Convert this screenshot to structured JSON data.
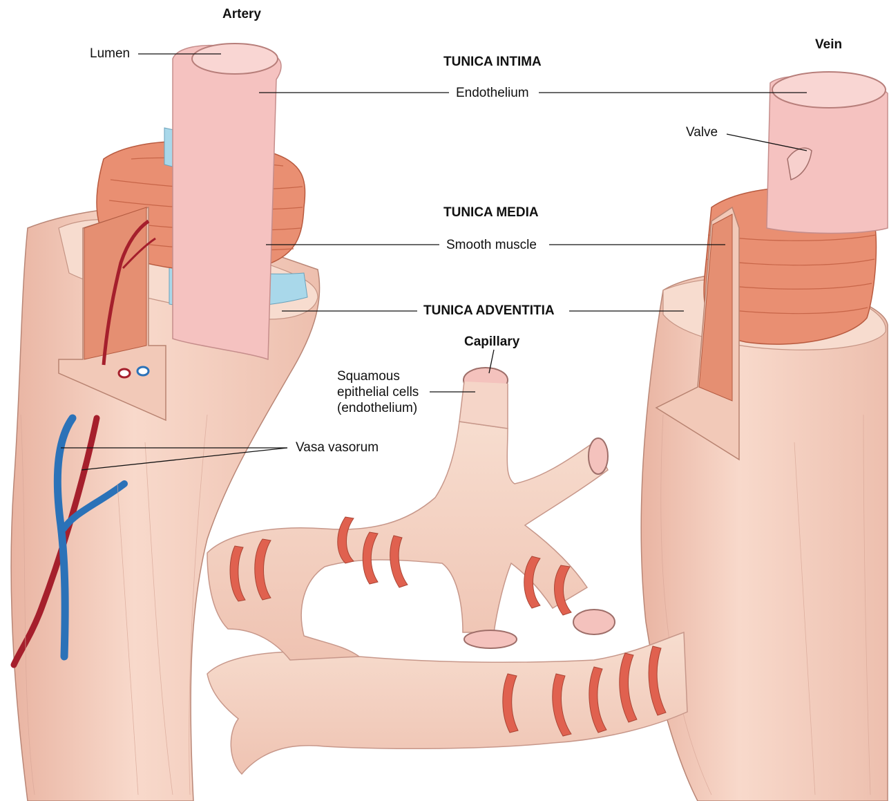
{
  "labels": {
    "artery": "Artery",
    "vein": "Vein",
    "lumen": "Lumen",
    "tunica_intima": "TUNICA INTIMA",
    "endothelium": "Endothelium",
    "valve": "Valve",
    "tunica_media": "TUNICA MEDIA",
    "smooth_muscle": "Smooth muscle",
    "tunica_adventitia": "TUNICA ADVENTITIA",
    "capillary": "Capillary",
    "squamous_lines": [
      "Squamous",
      "epithelial cells",
      "(endothelium)"
    ],
    "vasa_vasorum": "Vasa vasorum"
  },
  "colors": {
    "adventitia": "#f6d3c4",
    "adventitia_shade": "#e9b8a7",
    "media": "#e98f72",
    "media_dark": "#cf6a4e",
    "intima": "#f5c2c0",
    "elastic_blue": "#a9d8ea",
    "vasa_red": "#a51f2c",
    "vasa_blue": "#2b72b8",
    "capillary": "#f4cfc0",
    "pericyte": "#e0614f"
  }
}
